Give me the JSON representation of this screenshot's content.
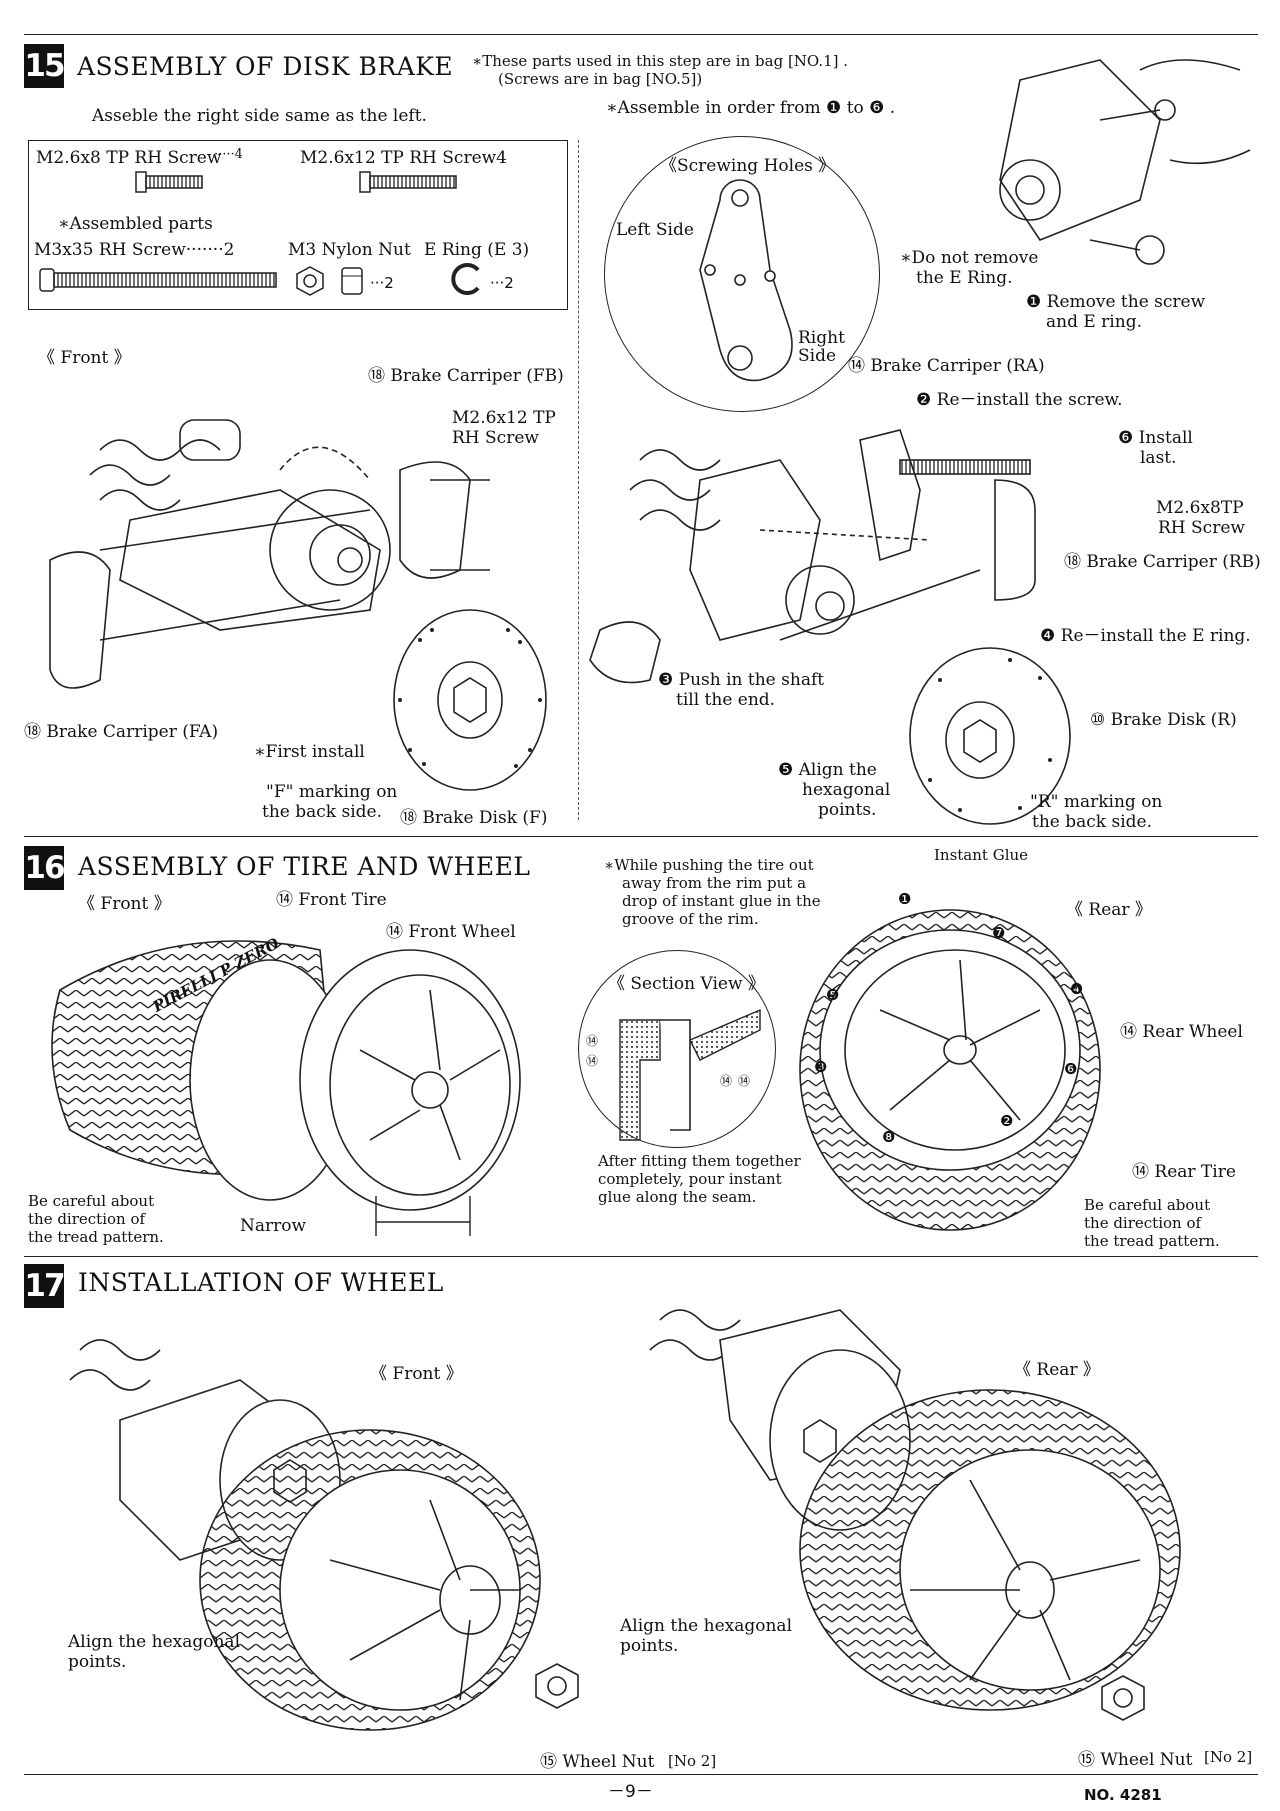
{
  "step15": {
    "number": "15",
    "title": "ASSEMBLY OF DISK BRAKE",
    "bag_note_1": "∗These parts used in this step are in bag [NO.1] .",
    "bag_note_2": "(Screws are in bag [NO.5])",
    "subtitle": "Asseble the right side same as the left.",
    "order_note": "∗Assemble in order from ❶ to ❻ .",
    "parts": {
      "screw_small": "M2.6x8 TP RH Screw",
      "screw_small_qty": "·····4",
      "screw_long": "M2.6x12 TP RH Screw4",
      "assembled_label": "∗Assembled parts",
      "rh_screw": "M3x35 RH Screw·······2",
      "nylon_nut": "M3 Nylon Nut",
      "e_ring": "E Ring (E 3)",
      "nut_qty": "···2",
      "ering_qty": "···2"
    },
    "front": {
      "label": "《 Front 》",
      "brake_carrier_fb": "⑱ Brake Carriper (FB)",
      "screw_label_1": "M2.6x12 TP",
      "screw_label_2": "RH Screw",
      "brake_carrier_fa": "⑱ Brake Carriper (FA)",
      "first_install": "∗First install",
      "f_marking_1": "\"F\" marking on",
      "f_marking_2": "the back side.",
      "brake_disk_f": "⑱ Brake Disk (F)"
    },
    "rear": {
      "screwing_holes": "《Screwing Holes 》",
      "left_side": "Left Side",
      "right_side_1": "Right",
      "right_side_2": "Side",
      "do_not_remove_1": "∗Do not remove",
      "do_not_remove_2": "the E Ring.",
      "step1_1": "❶ Remove the screw",
      "step1_2": "and E ring.",
      "brake_carrier_ra": "⑭ Brake Carriper (RA)",
      "step2": "❷ Re－install the screw.",
      "step6_1": "❻ Install",
      "step6_2": "last.",
      "screw_label_1": "M2.6x8TP",
      "screw_label_2": "RH Screw",
      "brake_carrier_rb": "⑱ Brake Carriper (RB)",
      "step4": "❹ Re－install the E ring.",
      "step3_1": "❸ Push in the shaft",
      "step3_2": "till the end.",
      "brake_disk_r": "⑩ Brake Disk (R)",
      "step5_1": "❺ Align the",
      "step5_2": "hexagonal",
      "step5_3": "points.",
      "r_marking_1": "\"R\" marking on",
      "r_marking_2": "the back side."
    }
  },
  "step16": {
    "number": "16",
    "title": "ASSEMBLY OF TIRE AND WHEEL",
    "front_label": "《 Front 》",
    "front_tire": "⑭ Front Tire",
    "front_wheel": "⑭ Front Wheel",
    "tire_brand": "PIRELLI P ZERO",
    "careful_1": "Be careful about",
    "careful_2": "the direction of",
    "careful_3": "the tread pattern.",
    "narrow": "Narrow",
    "glue_note_1": "∗While pushing the tire out",
    "glue_note_2": "away from the rim put a",
    "glue_note_3": "drop of instant glue in the",
    "glue_note_4": "groove of the rim.",
    "instant_glue": "Instant Glue",
    "section_view": "《 Section View 》",
    "section_parts": [
      "⑭",
      "⑭",
      "⑭",
      "⑭"
    ],
    "after_fitting_1": "After fitting them together",
    "after_fitting_2": "completely, pour instant",
    "after_fitting_3": "glue along the seam.",
    "rear_label": "《 Rear 》",
    "rear_wheel": "⑭ Rear Wheel",
    "rear_tire": "⑭ Rear Tire",
    "rear_careful_1": "Be careful about",
    "rear_careful_2": "the direction of",
    "rear_careful_3": "the tread pattern.",
    "glue_order": [
      "❶",
      "❷",
      "❸",
      "❹",
      "❺",
      "❻",
      "❼",
      "❽"
    ]
  },
  "step17": {
    "number": "17",
    "title": "INSTALLATION OF WHEEL",
    "front_label": "《 Front 》",
    "rear_label": "《 Rear 》",
    "align_1": "Align the hexagonal",
    "align_2": "points.",
    "align_r_1": "Align the hexagonal",
    "align_r_2": "points.",
    "wheel_nut": "⑮ Wheel Nut",
    "wheel_nut_bag": "[No 2]",
    "wheel_nut_r": "⑮ Wheel Nut",
    "wheel_nut_r_bag": "[No 2]"
  },
  "footer": {
    "page": "－9－",
    "doc_no": "NO. 4281"
  }
}
